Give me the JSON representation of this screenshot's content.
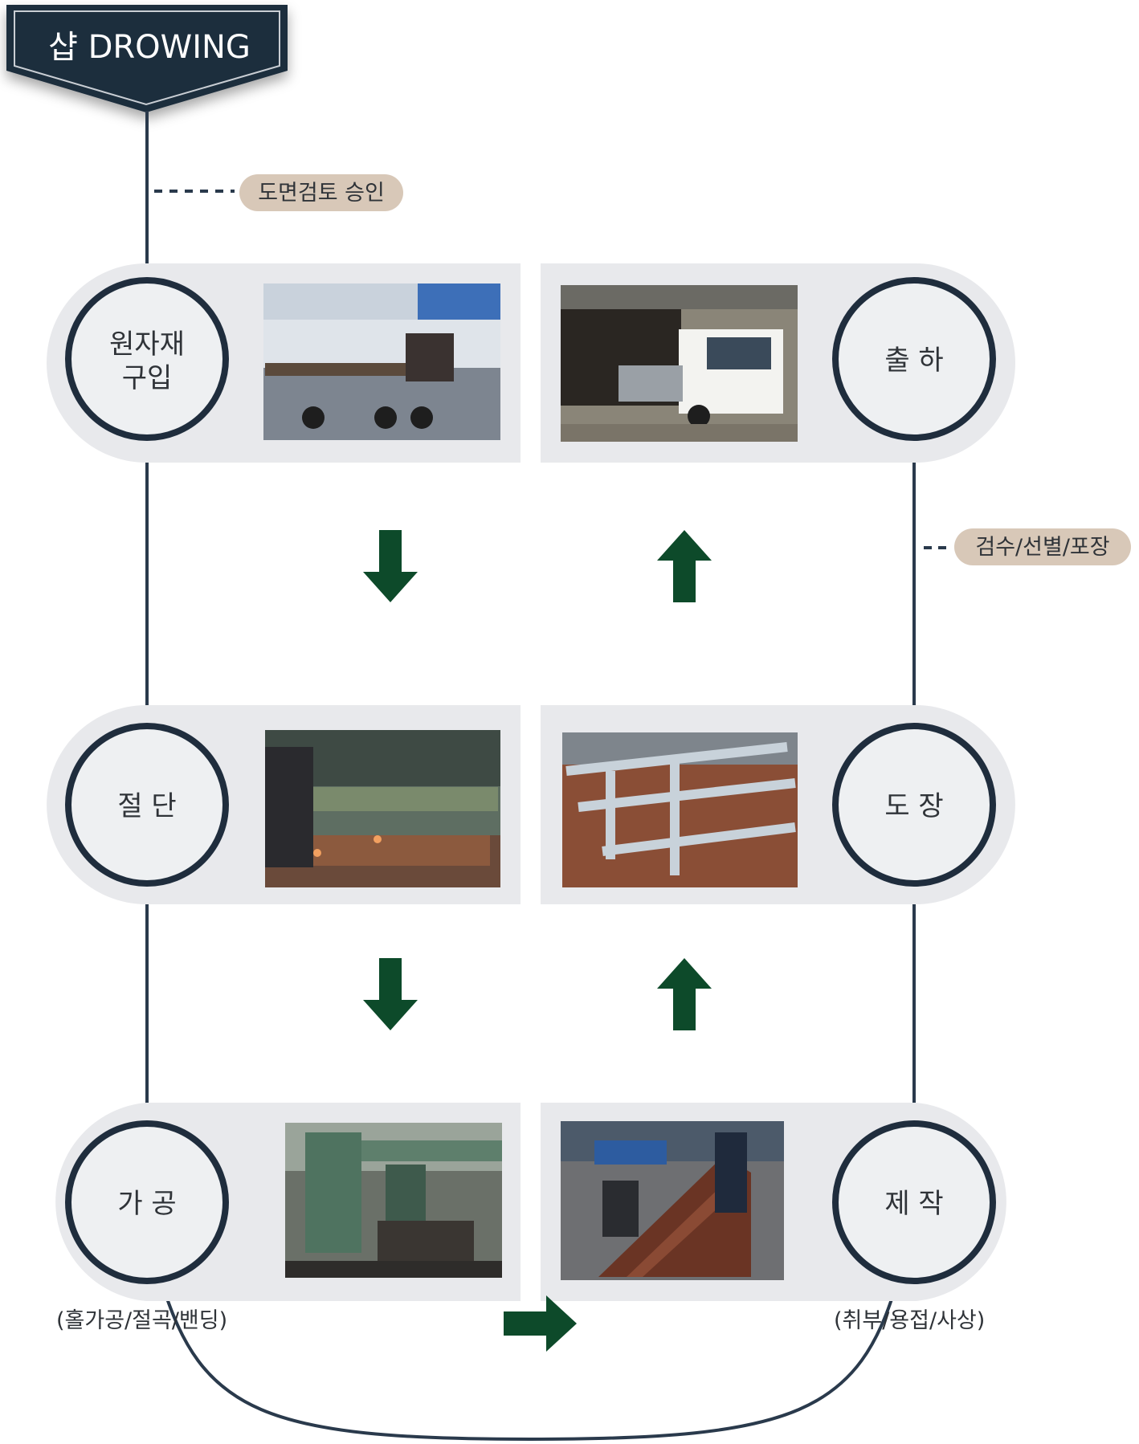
{
  "header": {
    "title": "샵 DROWING"
  },
  "annotations": {
    "top": "도면검토 승인",
    "right": "검수/선별/포장"
  },
  "steps": [
    {
      "id": "purchase",
      "lines": [
        "원자재",
        "구입"
      ],
      "photo": "flatbed-truck-steel-plates-photo"
    },
    {
      "id": "cutting",
      "lines": [
        "절 단"
      ],
      "photo": "cnc-plasma-cutting-photo"
    },
    {
      "id": "machining",
      "lines": [
        "가 공"
      ],
      "note": "(홀가공/절곡/밴딩)",
      "photo": "radial-drill-press-photo"
    },
    {
      "id": "fabrication",
      "lines": [
        "제 작"
      ],
      "note": "(취부/용접/사상)",
      "photo": "welding-workers-photo"
    },
    {
      "id": "painting",
      "lines": [
        "도 장"
      ],
      "photo": "painted-steel-frames-photo"
    },
    {
      "id": "shipping",
      "lines": [
        "출 하"
      ],
      "photo": "delivery-truck-photo"
    }
  ],
  "colors": {
    "navy": "#1f2d3d",
    "panel": "#e8e9ec",
    "arrow": "#0d4a2a",
    "pill": "#d8c8b8",
    "circle_fill": "#eef0f2"
  },
  "icons": [
    "arrow-down-icon",
    "arrow-up-icon",
    "arrow-right-icon"
  ]
}
